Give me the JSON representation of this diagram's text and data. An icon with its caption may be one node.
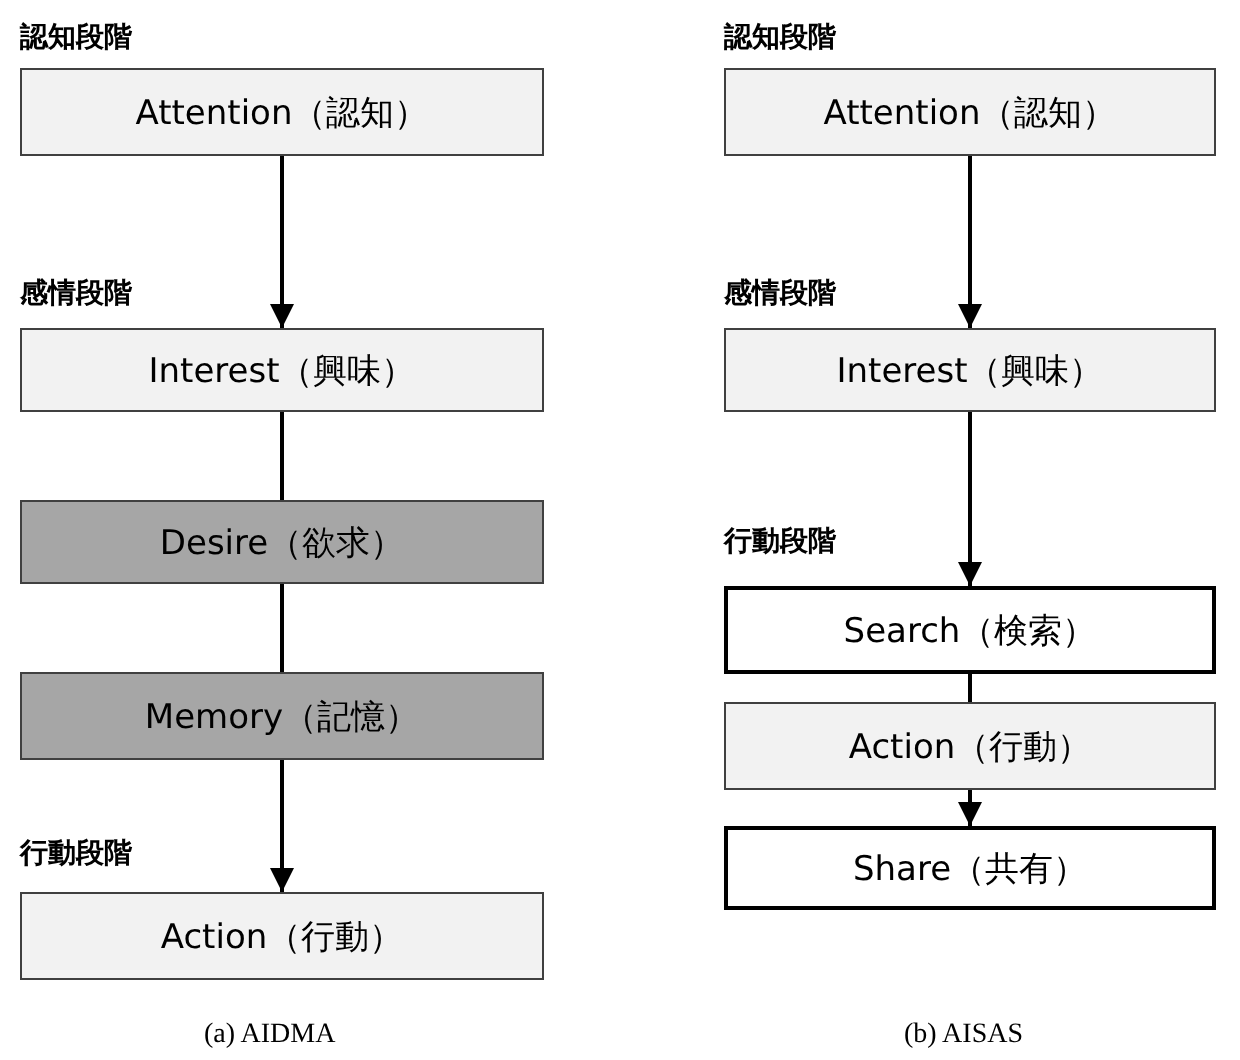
{
  "diagram": {
    "nodes": [
      {
        "text": [
          "Attention（認知）"
        ]
      },
      {
        "text": [
          "Interest（興味）"
        ]
      },
      {
        "text": [
          "Desire（欲求）"
        ]
      },
      {
        "text": [
          "Memory（記憶）"
        ]
      },
      {
        "text": [
          "Action（行動）"
        ]
      },
      {
        "text": [
          "Attention（認知）"
        ]
      },
      {
        "text": [
          "Interest（興味）"
        ]
      },
      {
        "text": [
          "Search（検索）"
        ]
      },
      {
        "text": [
          "Action（行動）"
        ]
      },
      {
        "text": [
          "Share（共有）"
        ]
      }
    ],
    "edges": [
      {
        "from": 0,
        "to": 1,
        "arrow": "to"
      },
      {
        "from": 1,
        "to": 2,
        "arrow": "none"
      },
      {
        "from": 2,
        "to": 3,
        "arrow": "none"
      },
      {
        "from": 3,
        "to": 4,
        "arrow": "to"
      },
      {
        "from": 5,
        "to": 6,
        "arrow": "to"
      },
      {
        "from": 6,
        "to": 7,
        "arrow": "to"
      },
      {
        "from": 7,
        "to": 8,
        "arrow": "none"
      },
      {
        "from": 8,
        "to": 9,
        "arrow": "to"
      }
    ],
    "labels": [
      "認知段階",
      "認知段階",
      "感情段階",
      "感情段階",
      "行動段階",
      "行動段階",
      "(a) AIDMA",
      "(b) AISAS"
    ]
  }
}
